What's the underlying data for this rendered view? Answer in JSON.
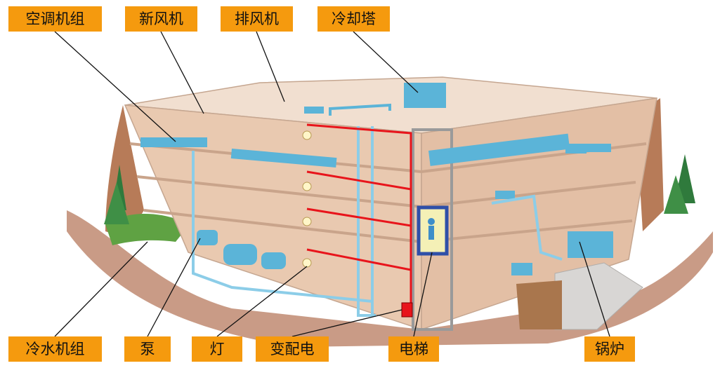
{
  "labels": {
    "air_handler": "空调机组",
    "fresh_air": "新风机",
    "exhaust_fan": "排风机",
    "cooling_tower": "冷却塔",
    "chiller": "冷水机组",
    "pump": "泵",
    "lamp": "灯",
    "power_distribution": "变配电",
    "elevator": "电梯",
    "boiler": "锅炉"
  },
  "colors": {
    "label_bg": "#f59a0e",
    "duct": "#5bb4d8",
    "electric_line": "#e8141b",
    "wall": "#e9c9b0",
    "roof": "#f1dfd0"
  }
}
